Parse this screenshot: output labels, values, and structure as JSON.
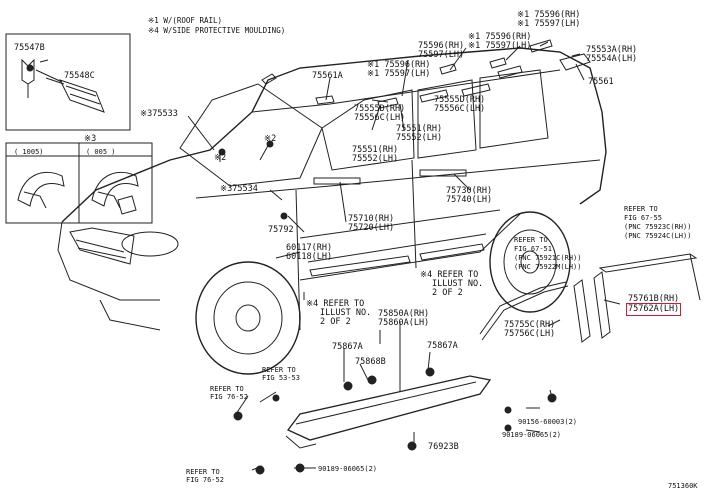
{
  "notes": {
    "n1": "※1 W/(ROOF RAIL)",
    "n2": "※4 W/SIDE PROTECTIVE MOULDING)"
  },
  "inset_a": {
    "l1": "75547B",
    "l2": "75548C"
  },
  "inset_b": {
    "marker": "※3",
    "left_tab": "(    1005)",
    "right_tab": "(    005   )"
  },
  "labels": {
    "p1": "※1 75596(RH)",
    "p2": "※1 75597(LH)",
    "p3": "※1 75596(RH)",
    "p4": "※1 75597(LH)",
    "p5": "75596(RH)",
    "p6": "75597(LH)",
    "p7": "※1 75596(RH)",
    "p8": "※1 75597(LH)",
    "p9": "75553A(RH)",
    "p10": "75554A(LH)",
    "p11": "75561A",
    "p12": "75561",
    "p13": "※375533",
    "p14": "75555D(RH)",
    "p15": "75556C(LH)",
    "p16": "75555D(RH)",
    "p17": "75556C(LH)",
    "p18": "75551(RH)",
    "p19": "75552(LH)",
    "p20": "75551(RH)",
    "p21": "75552(LH)",
    "p22": "※2",
    "p23": "※2",
    "p24": "※375534",
    "p25": "75730(RH)",
    "p26": "75740(LH)",
    "p27": "75710(RH)",
    "p28": "75720(LH)",
    "p29": "75792",
    "p30": "60117(RH)",
    "p31": "60118(LH)",
    "p32": "※4 REFER TO",
    "p33": "ILLUST NO.",
    "p34": "2 OF 2",
    "p35": "※4 REFER TO",
    "p36": "ILLUST NO.",
    "p37": "2 OF 2",
    "p38": "75850A(RH)",
    "p39": "75860A(LH)",
    "p40": "75867A",
    "p41": "75868B",
    "p42": "75867A",
    "p43": "REFER TO",
    "p44": "FIG 53-53",
    "p45": "REFER TO",
    "p46": "FIG 76-52",
    "p47": "90156-60003(2)",
    "p48": "90189-06065(2)",
    "p49": "76923B",
    "p50": "90189-06065(2)",
    "p51": "REFER TO",
    "p52": "FIG 76-52",
    "p53": "REFER TO",
    "p54": "FIG 67-51",
    "p55": "(PNC 75921C(RH))",
    "p56": "(PNC 75922M(LH))",
    "p57": "REFER TO",
    "p58": "FIG 67-55",
    "p59": "(PNC 75923C(RH))",
    "p60": "(PNC 75924C(LH))",
    "p61": "75761B(RH)",
    "p62": "75762A(LH)",
    "p63": "75755C(RH)",
    "p64": "75756C(LH)",
    "p65": "751360K"
  },
  "highlight_color": "#c81e3c"
}
